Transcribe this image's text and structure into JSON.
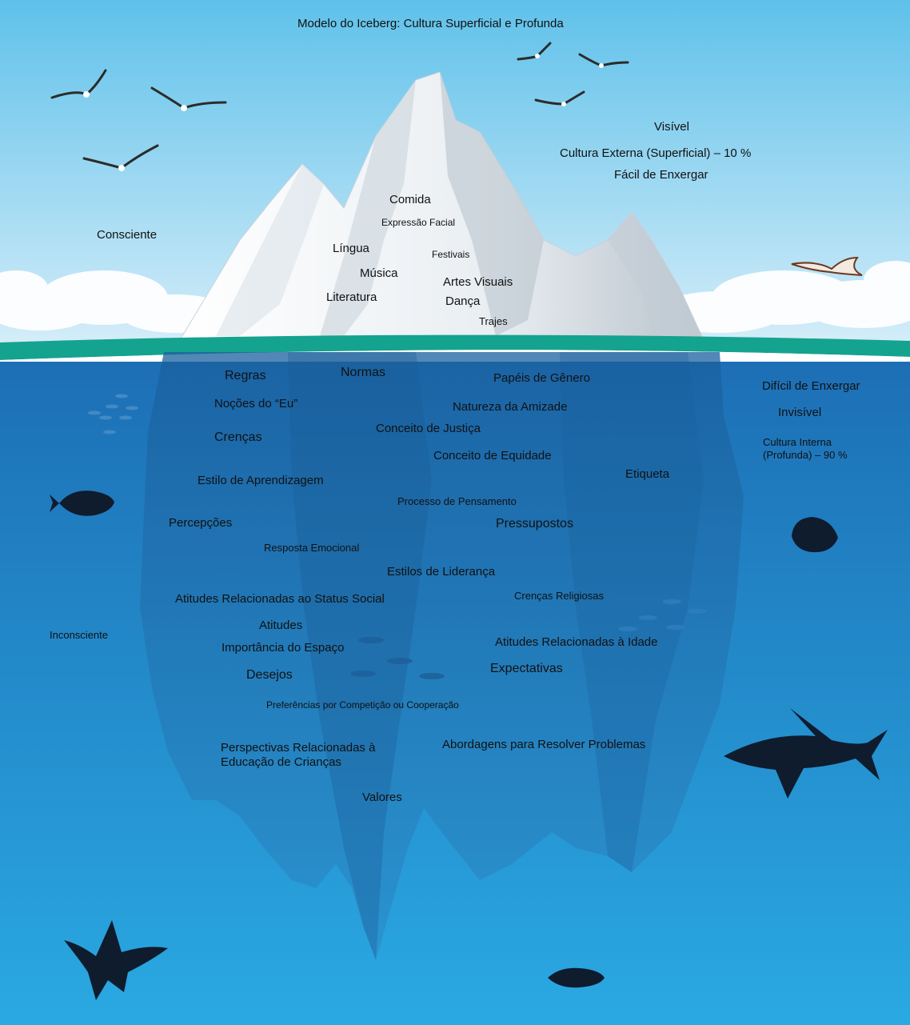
{
  "title": "Modelo do Iceberg: Cultura Superficial e Profunda",
  "colors": {
    "sky_top": "#5fc1ea",
    "sky_bottom": "#d7eef9",
    "waterline": "#14a38f",
    "water_top": "#1d6fb5",
    "water_bottom": "#2aa9e2",
    "silhouette": "#0e1c2e"
  },
  "side_labels": {
    "visible": "Visível",
    "external_culture": "Cultura Externa (Superficial) – 10 %",
    "easy_to_see": "Fácil de Enxergar",
    "conscious": "Consciente",
    "hard_to_see": "Difícil de Enxergar",
    "invisible": "Invisível",
    "internal_culture": "Cultura Interna (Profunda) – 90 %",
    "unconscious": "Inconsciente"
  },
  "surface_items": {
    "food": "Comida",
    "facial_expression": "Expressão Facial",
    "language": "Língua",
    "festivals": "Festivais",
    "music": "Música",
    "visual_arts": "Artes Visuais",
    "literature": "Literatura",
    "dance": "Dança",
    "costumes": "Trajes"
  },
  "deep_items": {
    "rules": "Regras",
    "norms": "Normas",
    "gender_roles": "Papéis de Gênero",
    "self_notions": "Noções do “Eu”",
    "friendship": "Natureza da Amizade",
    "justice": "Conceito de Justiça",
    "beliefs": "Crenças",
    "equity": "Conceito de Equidade",
    "etiquette": "Etiqueta",
    "learning_style": "Estilo de Aprendizagem",
    "thinking_process": "Processo de Pensamento",
    "perceptions": "Percepções",
    "assumptions": "Pressupostos",
    "emotional_response": "Resposta Emocional",
    "leadership_styles": "Estilos de Liderança",
    "social_status": "Atitudes Relacionadas ao Status Social",
    "religious_beliefs": "Crenças Religiosas",
    "attitudes": "Atitudes",
    "space_importance": "Importância do Espaço",
    "age_attitudes": "Atitudes Relacionadas à Idade",
    "expectations": "Expectativas",
    "desires": "Desejos",
    "competition": "Preferências por Competição ou Cooperação",
    "child_rearing": "Perspectivas Relacionadas à Educação de Crianças",
    "problem_solving": "Abordagens para Resolver Problemas",
    "values": "Valores"
  }
}
